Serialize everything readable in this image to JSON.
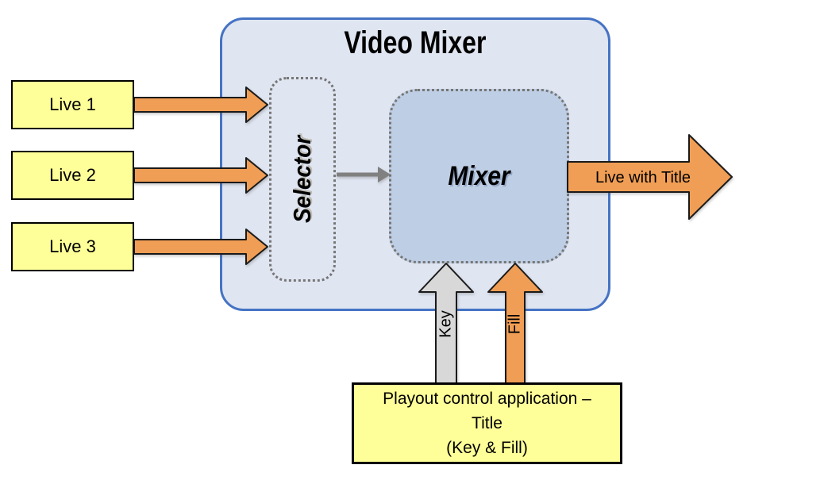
{
  "diagram": {
    "title": "Video Mixer",
    "selector_label": "Selector",
    "mixer_label": "Mixer",
    "inputs": [
      {
        "label": "Live 1"
      },
      {
        "label": "Live 2"
      },
      {
        "label": "Live 3"
      }
    ],
    "output_label": "Live with Title",
    "key_label": "Key",
    "fill_label": "Fill",
    "playout_box": {
      "line1": "Playout control application –",
      "line2": "Title",
      "line3": "(Key & Fill)"
    },
    "colors": {
      "outer_fill": "#DFE5F1",
      "outer_border": "#4573C4",
      "mixer_fill": "#BECEE4",
      "dashed_border": "#767676",
      "input_box_fill": "#FFFF99",
      "input_box_border": "#000000",
      "arrow_orange": "#F09E55",
      "arrow_gray": "#D8D8D8",
      "arrow_outline": "#1A1A1A",
      "connector_gray": "#808080",
      "text": "#000000"
    }
  }
}
